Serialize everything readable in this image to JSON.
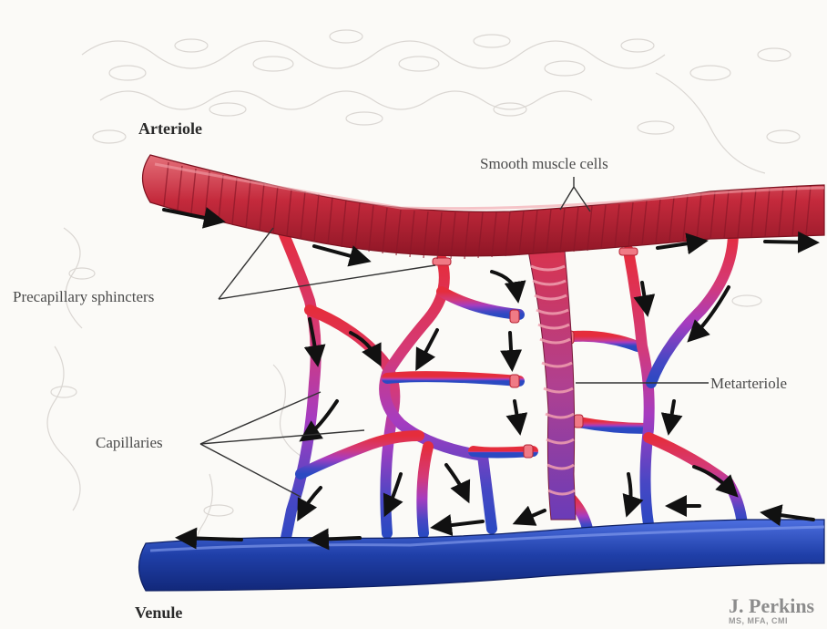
{
  "labels": {
    "arteriole": "Arteriole",
    "venule": "Venule",
    "smooth_muscle": "Smooth muscle cells",
    "precapillary": "Precapillary sphincters",
    "metarteriole": "Metarteriole",
    "capillaries": "Capillaries"
  },
  "signature": {
    "name": "J. Perkins",
    "credentials": "MS, MFA, CMI"
  },
  "colors": {
    "arteriole": "#c42a3c",
    "venule": "#1f3fa8",
    "background_illustration": "#d7d3cf",
    "arrow": "#111111"
  }
}
